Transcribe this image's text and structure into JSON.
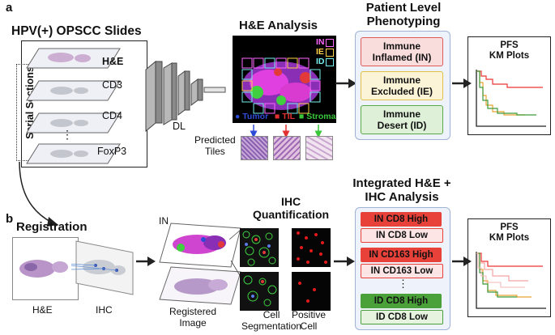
{
  "panel_a": {
    "letter": "a",
    "slides_title": "HPV(+) OPSCC Slides",
    "serial_sections": "Serial Sections",
    "stains": [
      "H&E",
      "CD3",
      "CD4",
      "FoxP3"
    ],
    "ellipsis": "⋮",
    "dl_label": "DL",
    "he_analysis_title": "H&E Analysis",
    "legend_right": [
      "IN",
      "IE",
      "ID"
    ],
    "legend_bottom": [
      {
        "label": "Tumor",
        "color": "#2e4bd8"
      },
      {
        "label": "TIL",
        "color": "#e23030"
      },
      {
        "label": "Stroma",
        "color": "#39c739"
      }
    ],
    "predicted_tiles": [
      "Predicted",
      "Tiles"
    ],
    "phenotyping_title": [
      "Patient Level",
      "Phenotyping"
    ],
    "phenotypes": [
      {
        "line1": "Immune",
        "line2": "Inflamed (IN)",
        "bg": "#f9dcdc",
        "border": "#e15a5a"
      },
      {
        "line1": "Immune",
        "line2": "Excluded (IE)",
        "bg": "#fbf4d7",
        "border": "#e2c048"
      },
      {
        "line1": "Immune",
        "line2": "Desert (ID)",
        "bg": "#dff0d8",
        "border": "#5aaa4a"
      }
    ],
    "km_title": [
      "PFS",
      "KM Plots"
    ]
  },
  "panel_b": {
    "letter": "b",
    "registration_title": "Registration",
    "he_label": "H&E",
    "ihc_label": "IHC",
    "in_label": "IN",
    "registered_image": [
      "Registered",
      "Image"
    ],
    "ihc_quant_title": [
      "IHC",
      "Quantification"
    ],
    "cell_segmentation": [
      "Cell",
      "Segmentation"
    ],
    "positive_cell": [
      "Positive",
      "Cell"
    ],
    "integrated_title": [
      "Integrated H&E +",
      "IHC Analysis"
    ],
    "groups": [
      {
        "high": "IN CD8 High",
        "low": "IN CD8 Low",
        "color": "#e8413a",
        "low_bg": "#fde5e5"
      },
      {
        "high": "IN CD163 High",
        "low": "IN CD163 Low",
        "color": "#e8413a",
        "low_bg": "#fde5e5"
      },
      {
        "high": "ID CD8 High",
        "low": "ID CD8 Low",
        "color": "#4aa13a",
        "low_bg": "#e6f4df"
      }
    ],
    "ellipsis": "⋮",
    "km_title": [
      "PFS",
      "KM Plots"
    ]
  }
}
